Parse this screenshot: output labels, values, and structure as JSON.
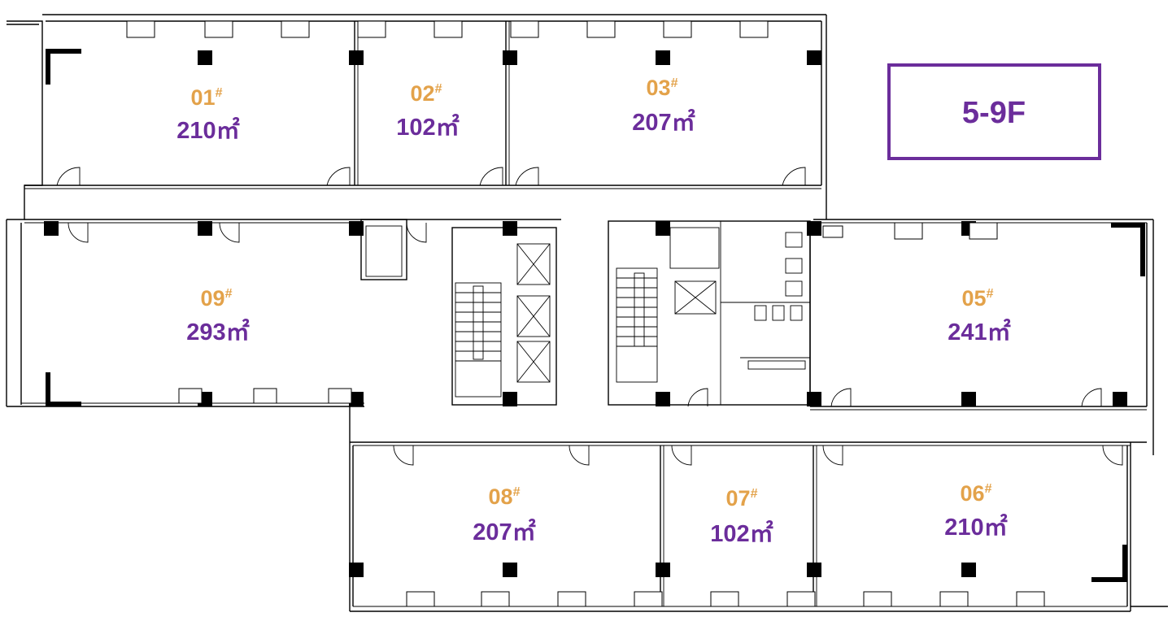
{
  "floor_label": "5-9F",
  "colors": {
    "unit_number": "#E3A24A",
    "unit_area": "#6B2D9B",
    "floor_box": "#6B2D9B",
    "walls": "#000000"
  },
  "units": [
    {
      "id": "01",
      "number": "01",
      "hash": "#",
      "area": "210",
      "unit": "㎡"
    },
    {
      "id": "02",
      "number": "02",
      "hash": "#",
      "area": "102",
      "unit": "㎡"
    },
    {
      "id": "03",
      "number": "03",
      "hash": "#",
      "area": "207",
      "unit": "㎡"
    },
    {
      "id": "05",
      "number": "05",
      "hash": "#",
      "area": "241",
      "unit": "㎡"
    },
    {
      "id": "06",
      "number": "06",
      "hash": "#",
      "area": "210",
      "unit": "㎡"
    },
    {
      "id": "07",
      "number": "07",
      "hash": "#",
      "area": "102",
      "unit": "㎡"
    },
    {
      "id": "08",
      "number": "08",
      "hash": "#",
      "area": "207",
      "unit": "㎡"
    },
    {
      "id": "09",
      "number": "09",
      "hash": "#",
      "area": "293",
      "unit": "㎡"
    }
  ]
}
